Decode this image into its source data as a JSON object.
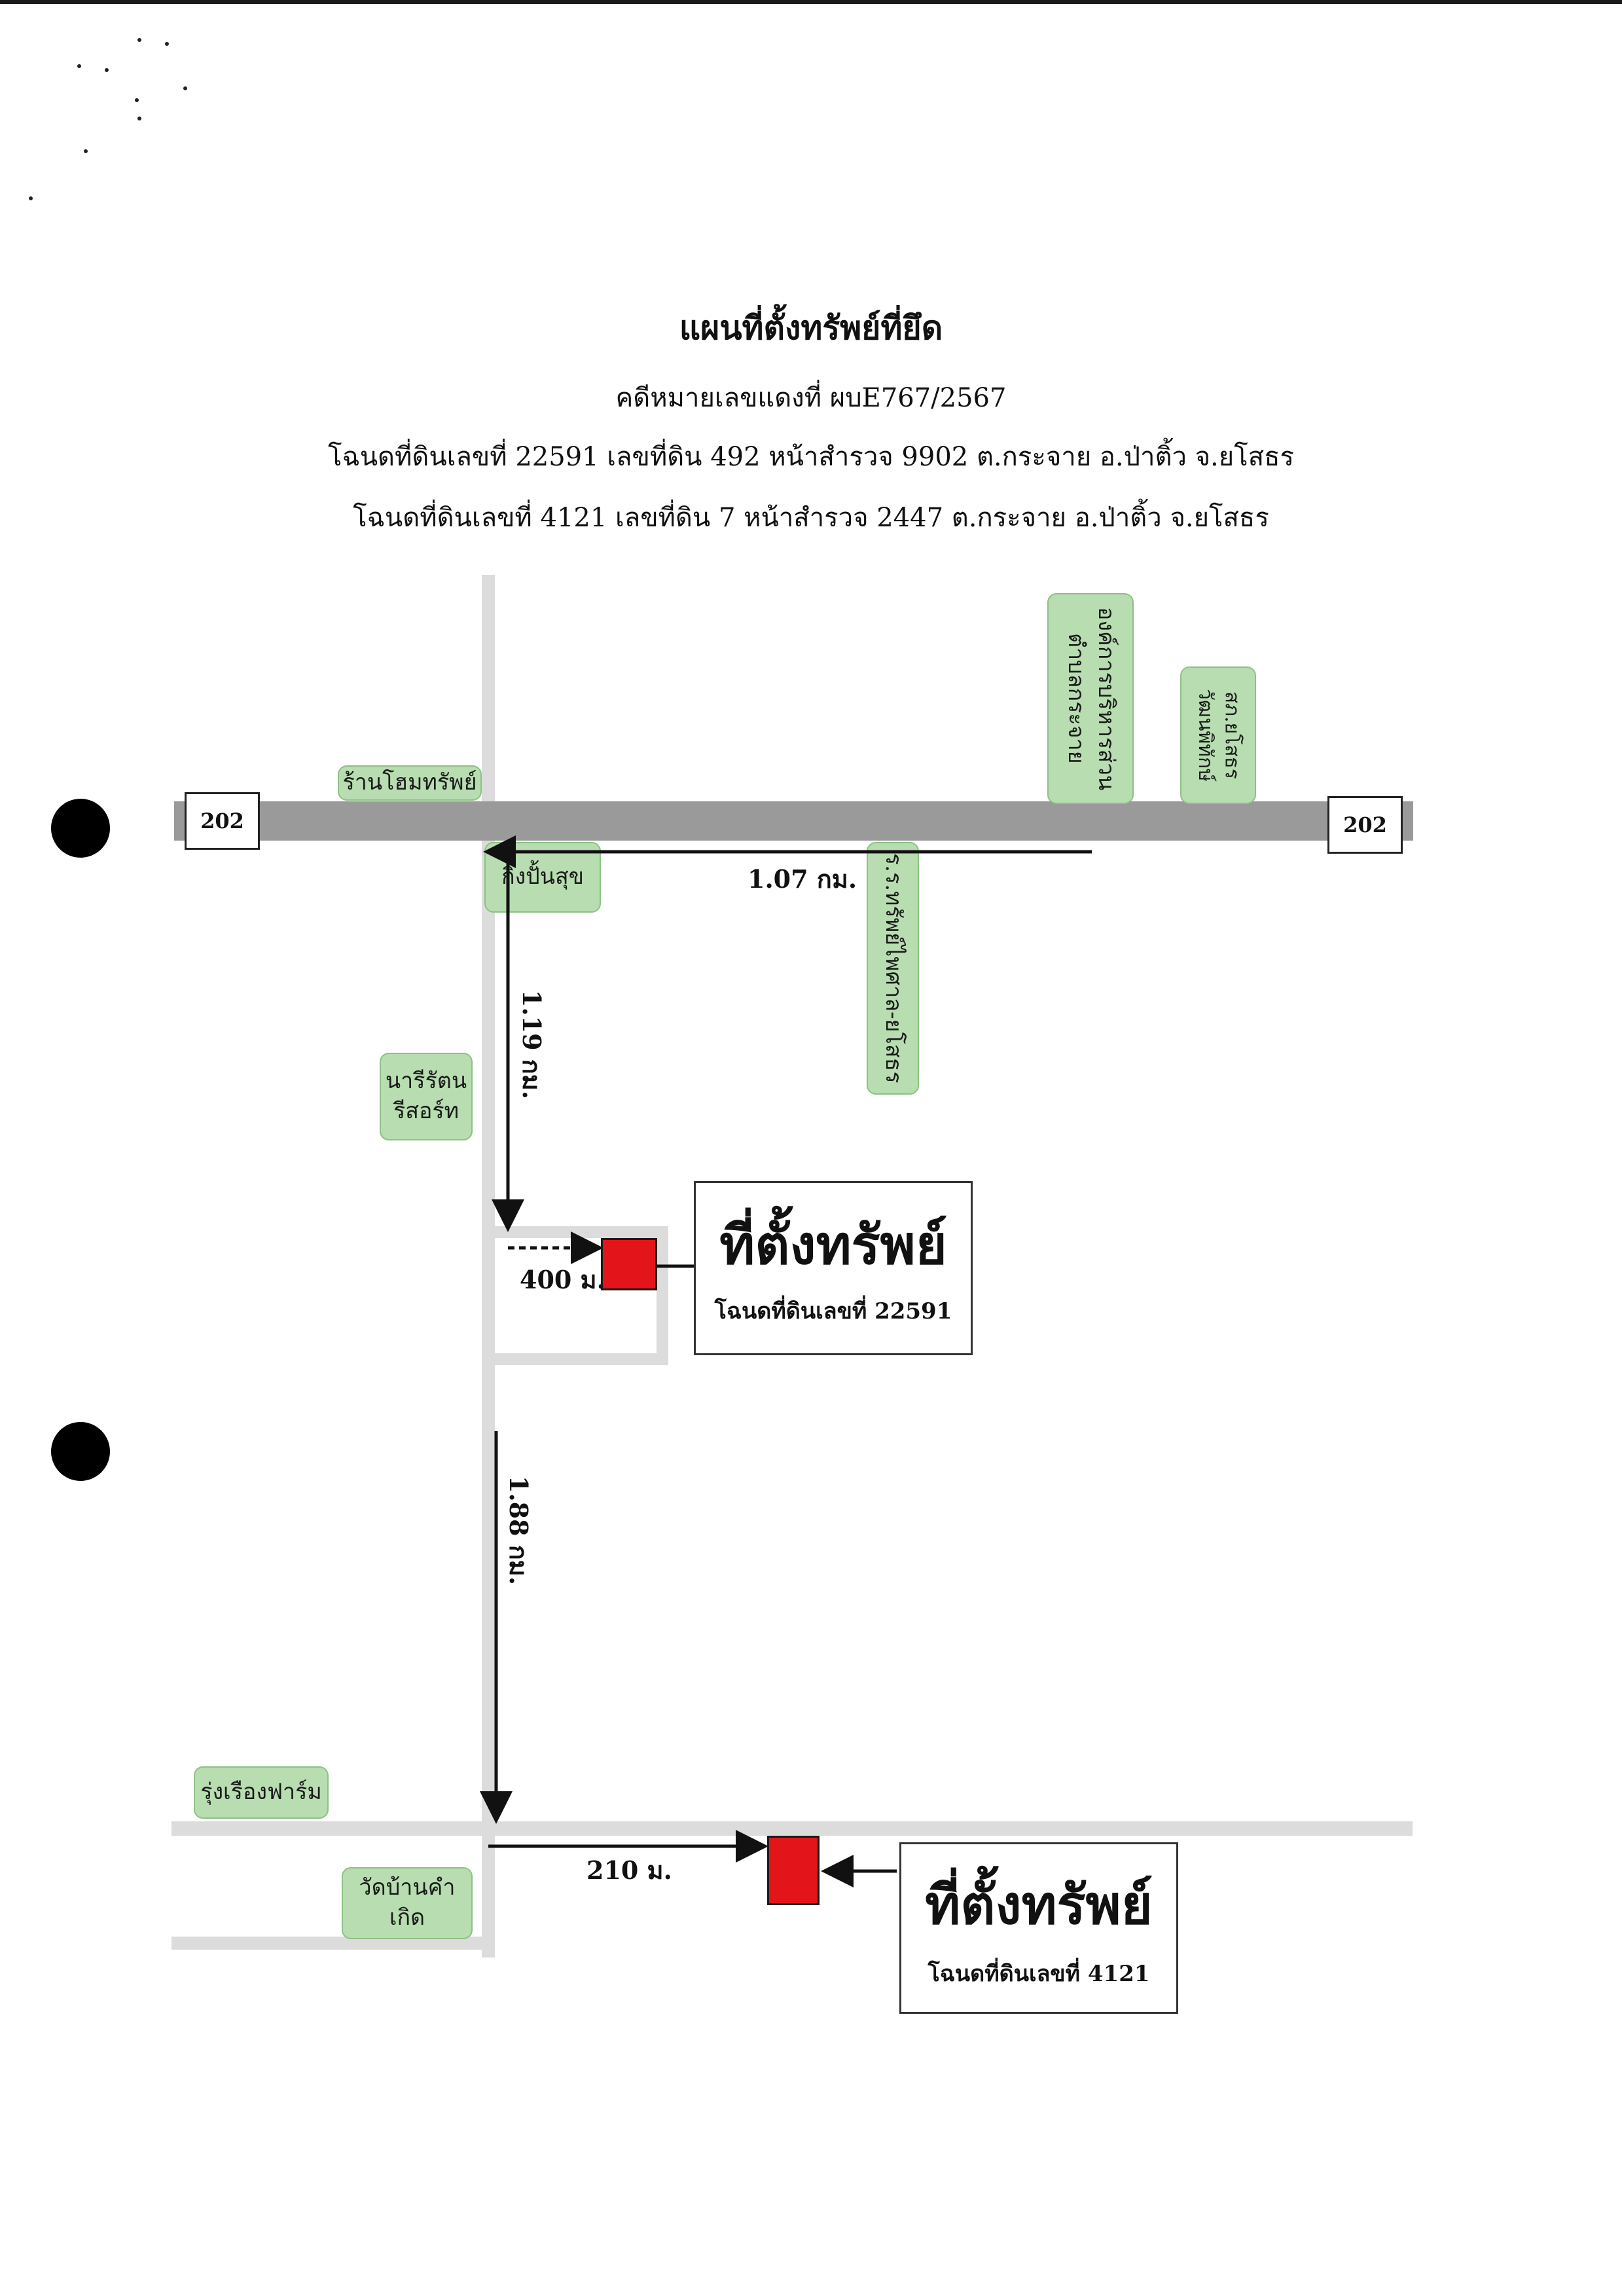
{
  "header": {
    "title": "แผนที่ตั้งทรัพย์ที่ยึด",
    "case_line": "คดีหมายเลขแดงที่ ผบE767/2567",
    "deed_line_1": "โฉนดที่ดินเลขที่ 22591 เลขที่ดิน 492 หน้าสำรวจ 9902 ต.กระจาย อ.ป่าติ้ว จ.ยโสธร",
    "deed_line_2": "โฉนดที่ดินเลขที่ 4121 เลขที่ดิน 7 หน้าสำรวจ 2447 ต.กระจาย อ.ป่าติ้ว จ.ยโสธร"
  },
  "map": {
    "highway_number_left": "202",
    "highway_number_right": "202",
    "landmarks": {
      "home_store": "ร้านโฮมทรัพย์",
      "tao_office": "องค์การบริหารส่วนตำบลกระจาย",
      "police": "สภ.ยโสธรวัฒนพิทักษ์",
      "ping_pun_suk": "กิ๋งปั้นสุข",
      "school": "ร.ร.ทรัพย์ไพศาล-ยโสธร",
      "naree_rattana_1": "นารีรัตน",
      "naree_rattana_2": "รีสอร์ท",
      "rung_ruang_farm": "รุ่งเรืองฟาร์ม",
      "wat_ban_kham_koet": "วัดบ้านคำเกิด"
    },
    "distances": {
      "highway_segment": "1.07 กม.",
      "first_leg": "1.19 กม.",
      "side_road": "400 ม.",
      "second_leg": "1.88 กม.",
      "final_leg": "210 ม."
    },
    "property_1": {
      "label": "ที่ตั้งทรัพย์",
      "deed": "โฉนดที่ดินเลขที่ 22591"
    },
    "property_2": {
      "label": "ที่ตั้งทรัพย์",
      "deed": "โฉนดที่ดินเลขที่ 4121"
    },
    "colors": {
      "road": "#dcdcdc",
      "highway": "#9a9a9a",
      "landmark": "#b7ddb0",
      "property_marker": "#e4141b"
    }
  }
}
